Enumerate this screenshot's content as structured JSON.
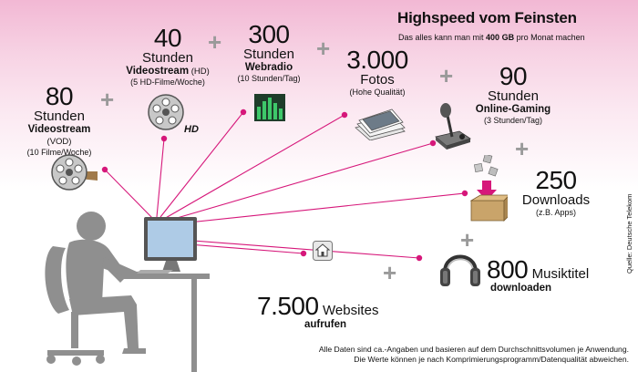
{
  "header": {
    "title": "Highspeed vom Feinsten",
    "subtitle_pre": "Das alles kann man mit ",
    "subtitle_bold": "400 GB",
    "subtitle_post": " pro Monat machen"
  },
  "items": {
    "vod": {
      "number": "80",
      "unit": "Stunden",
      "label_bold": "Videostream",
      "label_suffix": " (VOD)",
      "note": "(10 Filme/Woche)"
    },
    "hd": {
      "number": "40",
      "unit": "Stunden",
      "label_bold": "Videostream",
      "label_suffix": " (HD)",
      "note": "(5 HD-Filme/Woche)",
      "badge": "HD"
    },
    "radio": {
      "number": "300",
      "unit": "Stunden",
      "label_bold": "Webradio",
      "note": "(10 Stunden/Tag)"
    },
    "photos": {
      "number": "3.000",
      "unit": "Fotos",
      "note": "(Hohe Qualität)"
    },
    "gaming": {
      "number": "90",
      "unit": "Stunden",
      "label_bold": "Online-Gaming",
      "note": "(3 Stunden/Tag)"
    },
    "downloads": {
      "number": "250",
      "unit": "Downloads",
      "note": "(z.B. Apps)"
    },
    "music": {
      "number": "800",
      "unit": "Musiktitel",
      "label_bold": "downloaden"
    },
    "websites": {
      "number": "7.500",
      "unit": "Websites",
      "label_bold": "aufrufen"
    }
  },
  "plus_sign": "+",
  "footnote": {
    "line1": "Alle Daten sind ca.-Angaben und basieren auf dem Durchschnittsvolumen je Anwendung.",
    "line2": "Die Werte können je nach Komprimierungsprogramm/Datenqualität abweichen."
  },
  "source": "Quelle: Deutsche Telekom",
  "colors": {
    "accent": "#d6177a",
    "plus": "#9a9a9a",
    "silhouette": "#8f8f8f",
    "bg_top": "#f2b8d4"
  },
  "icons": [
    "film-reel-icon",
    "film-reel-hd-icon",
    "equalizer-icon",
    "photo-stack-icon",
    "joystick-icon",
    "download-box-icon",
    "headphones-icon",
    "home-icon",
    "person-at-computer-illustration"
  ]
}
